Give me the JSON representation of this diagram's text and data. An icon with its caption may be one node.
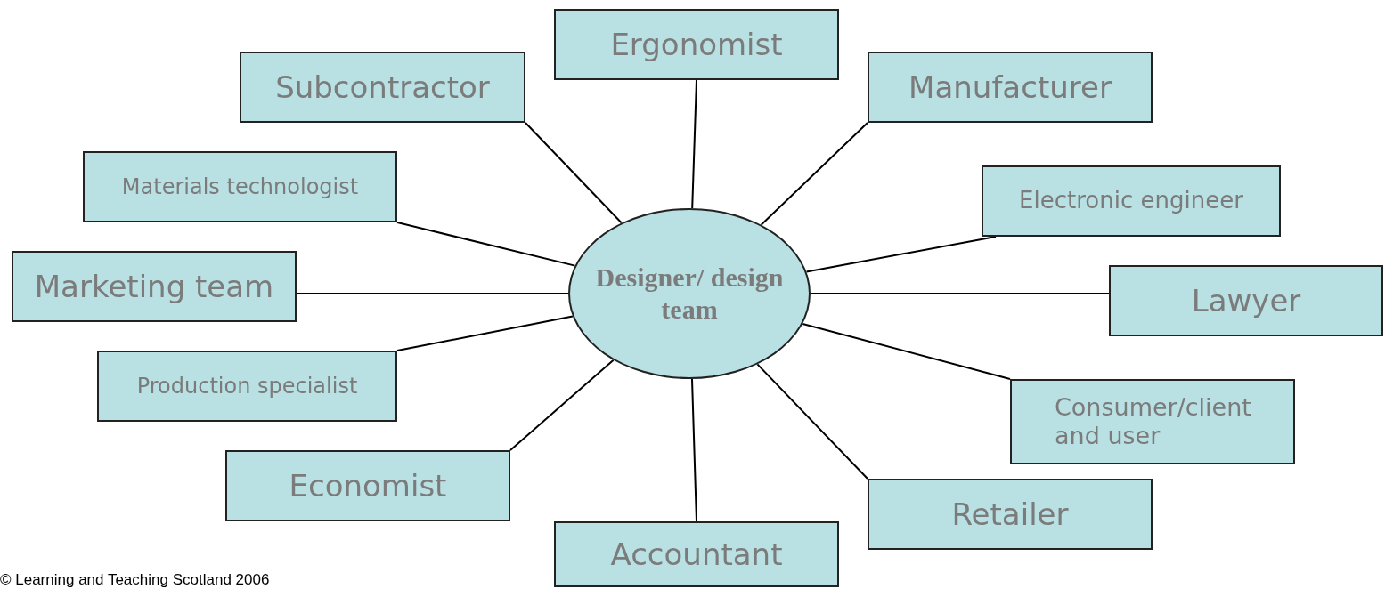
{
  "diagram": {
    "nodes": [
      {
        "text": [
          "Ergonomist"
        ]
      },
      {
        "text": [
          "Subcontractor"
        ]
      },
      {
        "text": [
          "Manufacturer"
        ]
      },
      {
        "text": [
          "Materials technologist"
        ]
      },
      {
        "text": [
          "Electronic engineer"
        ]
      },
      {
        "text": [
          "Marketing team"
        ]
      },
      {
        "text": [
          "Designer/ design team"
        ]
      },
      {
        "text": [
          "Lawyer"
        ]
      },
      {
        "text": [
          "Production specialist"
        ]
      },
      {
        "text": [
          "Consumer/client and user"
        ]
      },
      {
        "text": [
          "Economist"
        ]
      },
      {
        "text": [
          "Retailer"
        ]
      },
      {
        "text": [
          "Accountant"
        ]
      }
    ],
    "edges": [
      {
        "from": 6,
        "to": 0,
        "arrow": "none"
      },
      {
        "from": 6,
        "to": 1,
        "arrow": "none"
      },
      {
        "from": 6,
        "to": 2,
        "arrow": "none"
      },
      {
        "from": 6,
        "to": 3,
        "arrow": "none"
      },
      {
        "from": 6,
        "to": 4,
        "arrow": "none"
      },
      {
        "from": 6,
        "to": 5,
        "arrow": "none"
      },
      {
        "from": 6,
        "to": 7,
        "arrow": "none"
      },
      {
        "from": 6,
        "to": 8,
        "arrow": "none"
      },
      {
        "from": 6,
        "to": 9,
        "arrow": "none"
      },
      {
        "from": 6,
        "to": 10,
        "arrow": "none"
      },
      {
        "from": 6,
        "to": 11,
        "arrow": "none"
      },
      {
        "from": 6,
        "to": 12,
        "arrow": "none"
      }
    ],
    "labels": [
      "© Learning and Teaching Scotland 2006"
    ]
  }
}
